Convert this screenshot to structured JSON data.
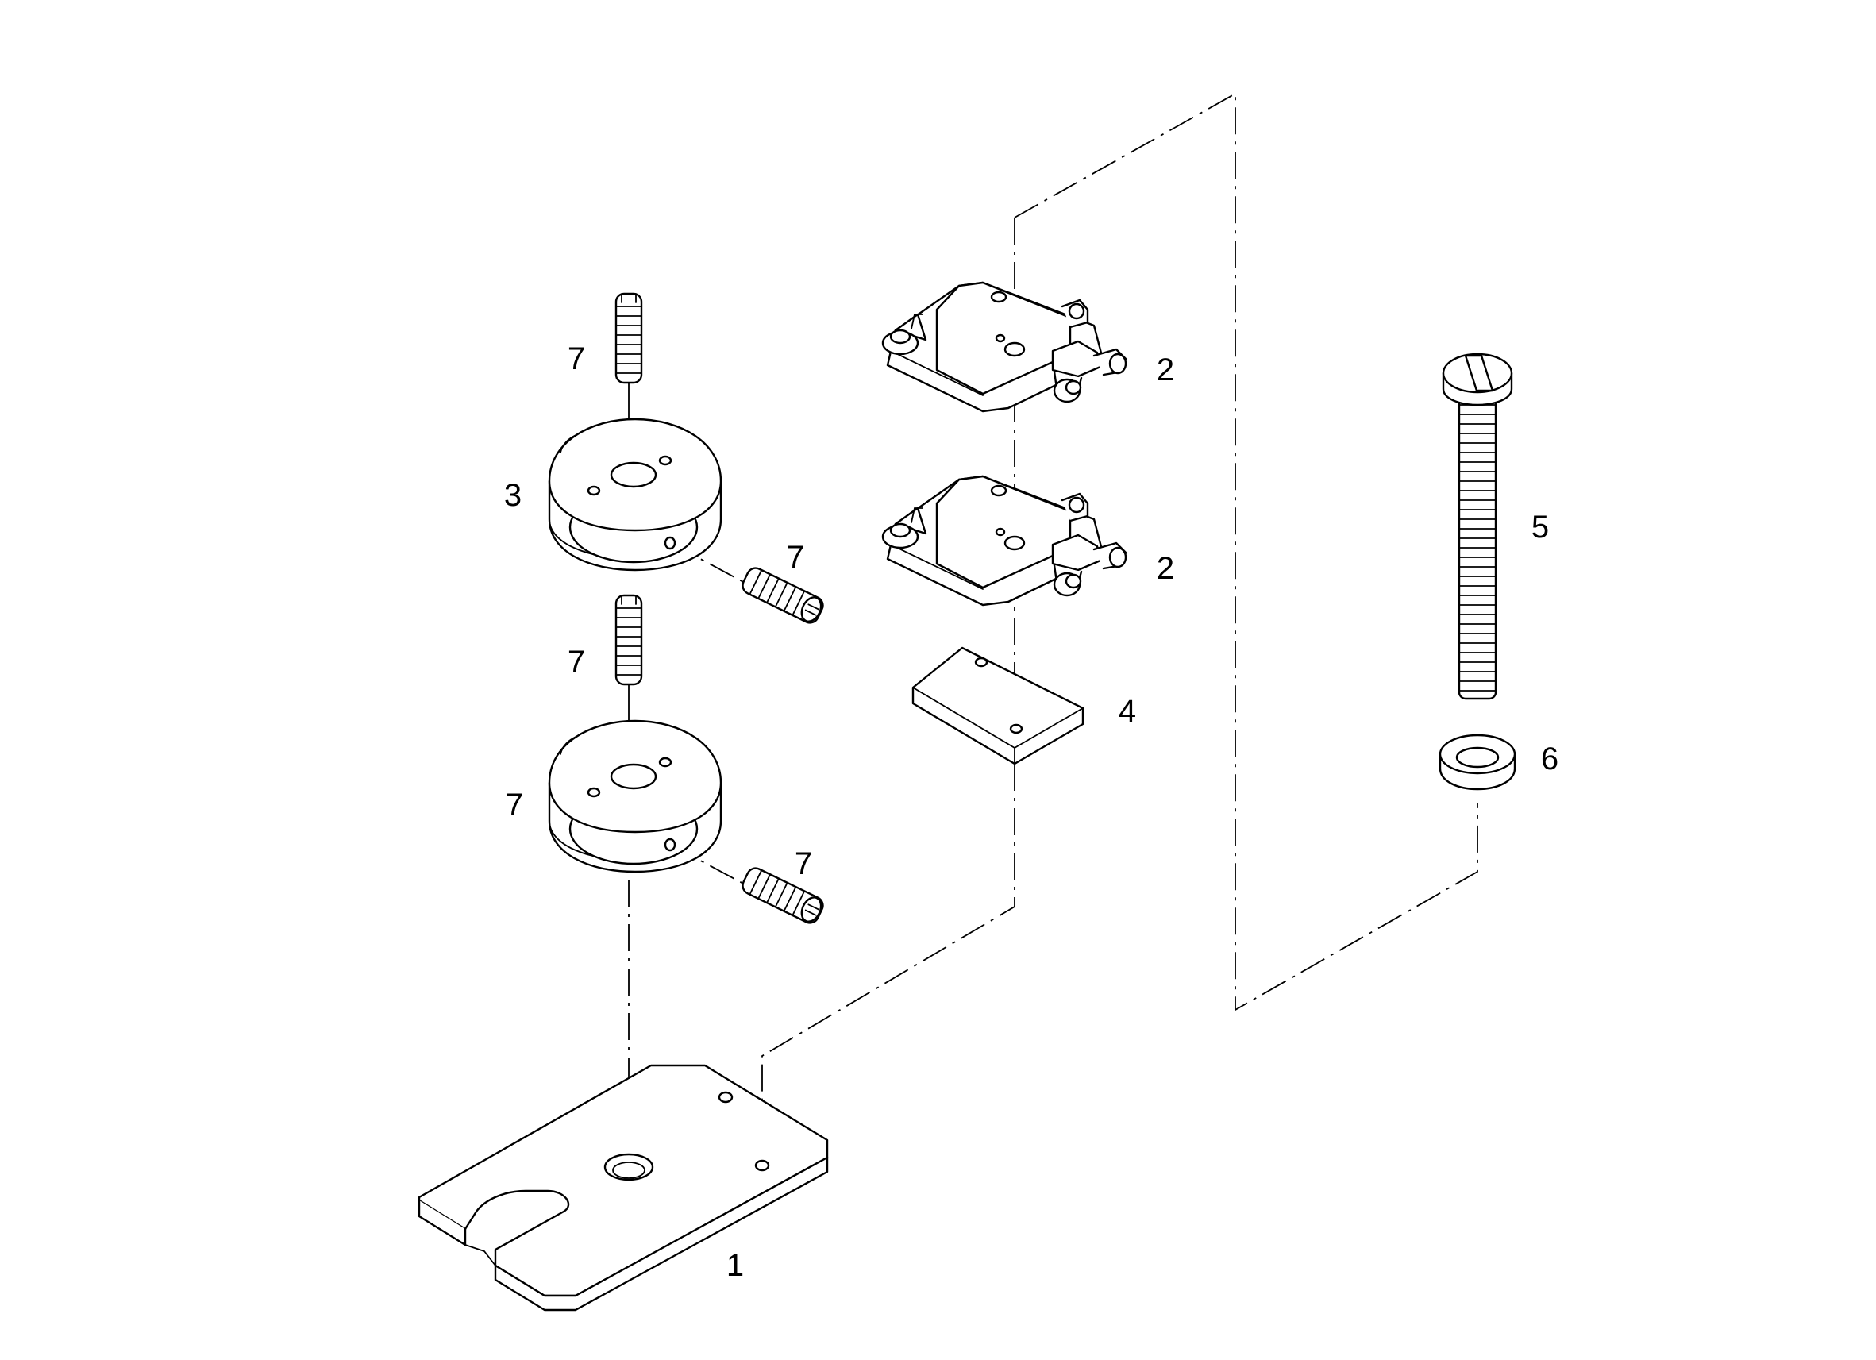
{
  "callouts": {
    "base_plate": "1",
    "microswitch_upper": "2",
    "microswitch_lower": "2",
    "cam_upper": "3",
    "insulating_plate": "4",
    "screw": "5",
    "washer": "6",
    "setscrew_top_upper": "7",
    "setscrew_side_upper": "7",
    "setscrew_top_lower": "7",
    "cam_lower": "7",
    "setscrew_side_lower": "7"
  },
  "colors": {
    "line": "#000000",
    "background": "#ffffff"
  }
}
